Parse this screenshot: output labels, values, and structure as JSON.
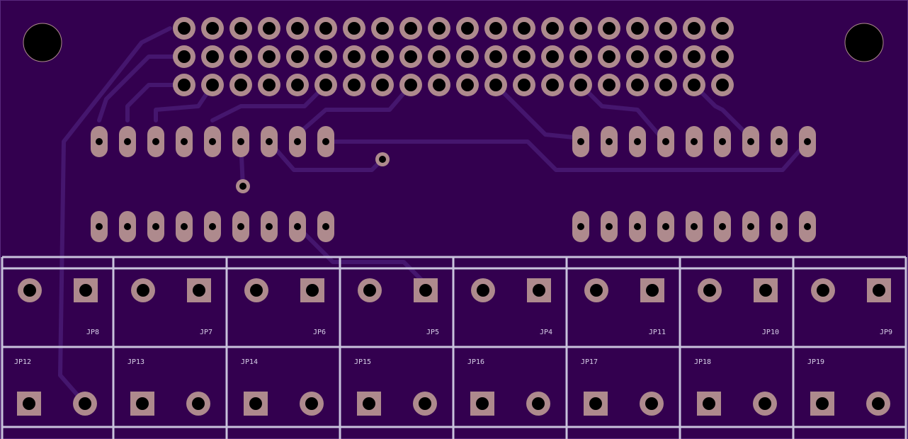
{
  "board": {
    "colors": {
      "substrate": "#33004f",
      "edge": "#5a2a7e",
      "trace": "#45166e",
      "pad": "#ae8a8d",
      "drill": "#000000",
      "silk": "#c8c2dc"
    }
  },
  "header": {
    "rows": 3,
    "columns": 20
  },
  "dip_left": {
    "pins_per_row": 9
  },
  "dip_right": {
    "pins_per_row": 9
  },
  "jumpers_top": [
    "JP8",
    "JP7",
    "JP6",
    "JP5",
    "JP4",
    "JP11",
    "JP10",
    "JP9"
  ],
  "jumpers_bottom": [
    "JP12",
    "JP13",
    "JP14",
    "JP15",
    "JP16",
    "JP17",
    "JP18",
    "JP19"
  ]
}
